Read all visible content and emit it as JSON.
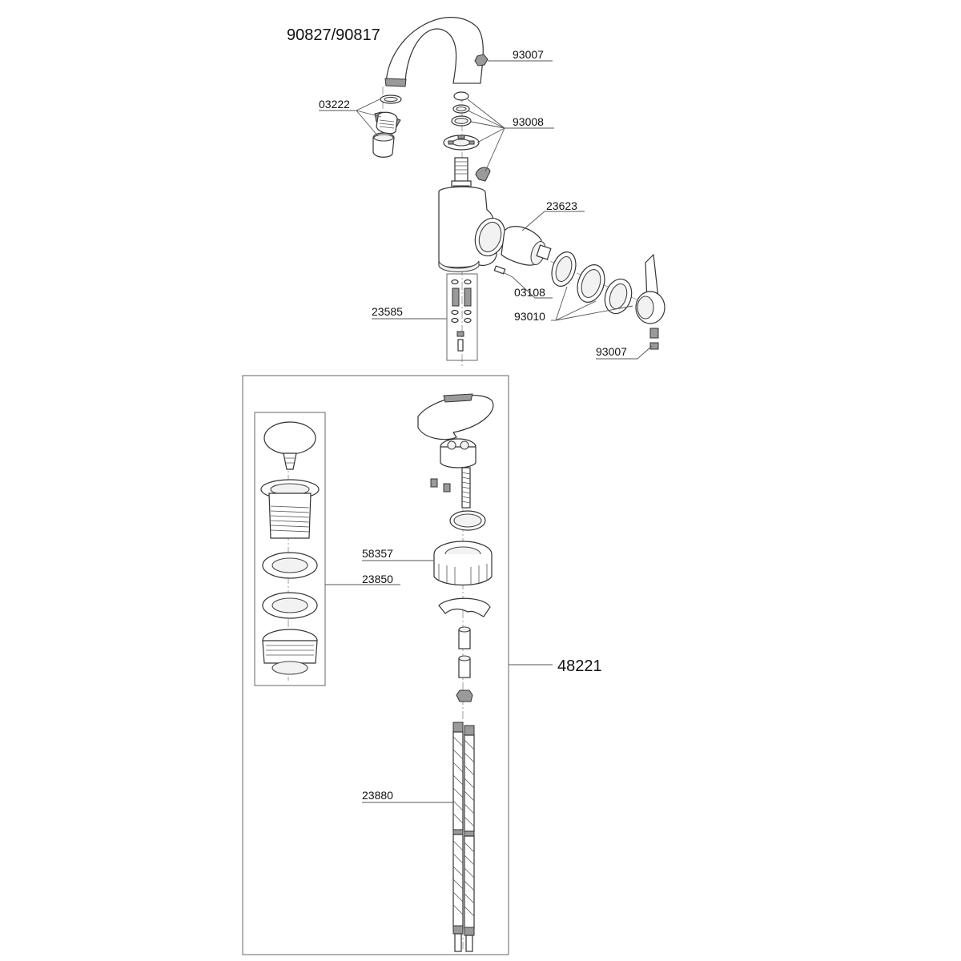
{
  "title": "90827/90817",
  "callouts": {
    "nut_top": "93007",
    "aerator": "03222",
    "seal_set": "93008",
    "cartridge": "23623",
    "set_screw": "03108",
    "fixing_kit": "23585",
    "handle_parts": "93010",
    "nut_handle": "93007",
    "mounting_washer": "58357",
    "waste": "23850",
    "mounting_kit": "48221",
    "hoses": "23880"
  }
}
